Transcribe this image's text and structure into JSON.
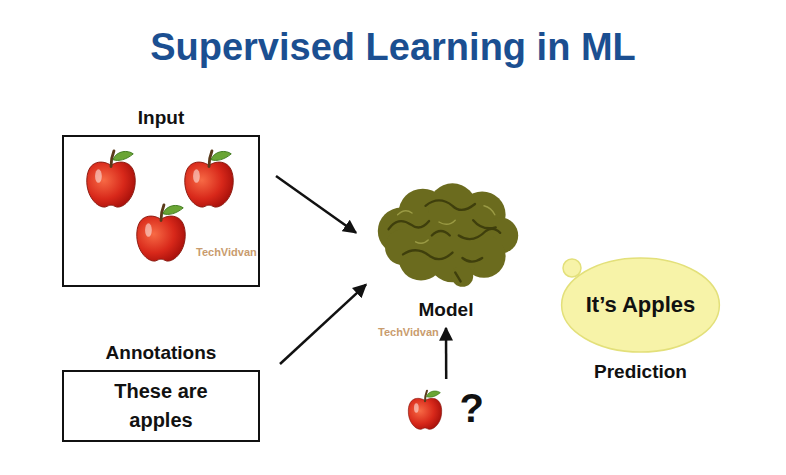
{
  "diagram": {
    "title": "Supervised Learning in ML",
    "nodes": [
      {
        "text": [
          "Input"
        ]
      },
      {
        "text": [
          "Annotations",
          "These are apples"
        ]
      },
      {
        "text": [
          "Model"
        ]
      },
      {
        "text": [
          "?"
        ]
      },
      {
        "text": [
          "It’s Apples",
          "Prediction"
        ]
      }
    ],
    "edges": [
      {
        "from": 0,
        "to": 2,
        "arrow": "to"
      },
      {
        "from": 1,
        "to": 2,
        "arrow": "to"
      },
      {
        "from": 3,
        "to": 2,
        "arrow": "to"
      }
    ],
    "labels": [
      "TechVidvan",
      "TechVidvan"
    ]
  }
}
